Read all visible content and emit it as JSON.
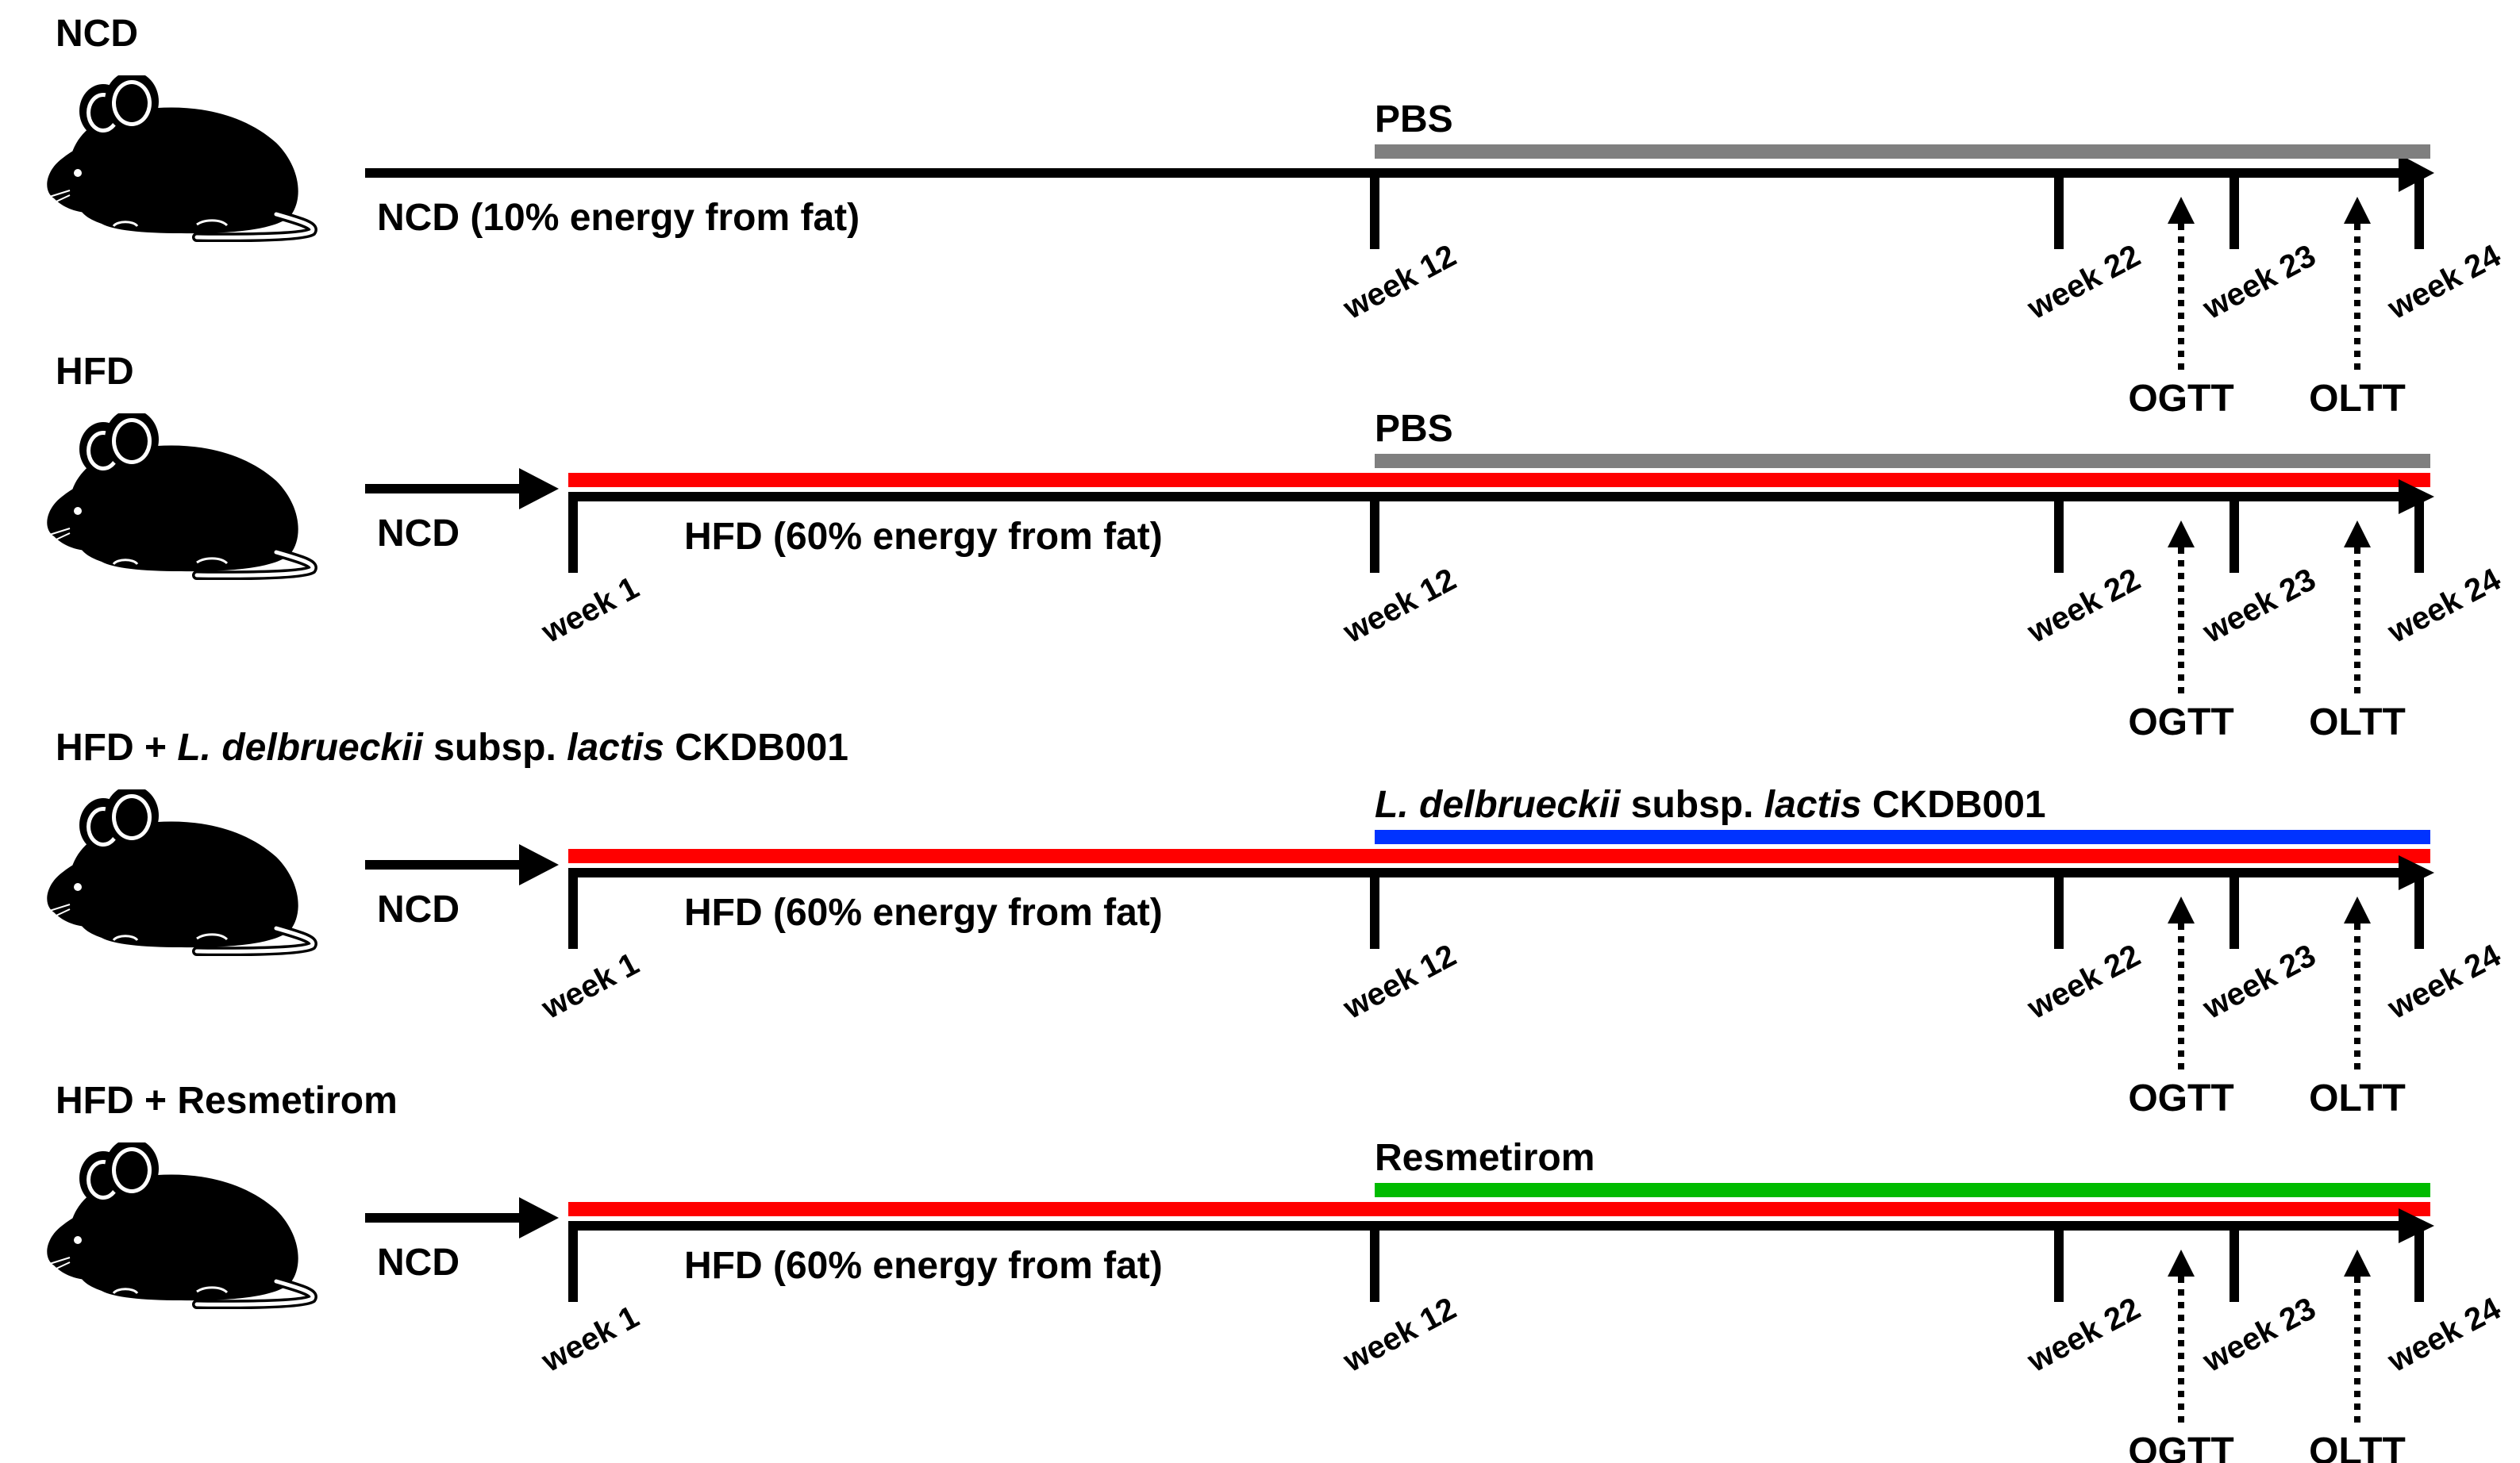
{
  "colors": {
    "black": "#000000",
    "hfd_red": "#ff0000",
    "pbs_gray": "#7f7f7f",
    "probiotic_blue": "#0033ff",
    "resmetirom_green": "#00bb00"
  },
  "icon": "mouse-icon",
  "groups": [
    {
      "id": "ncd",
      "title": [
        {
          "text": "NCD",
          "italic": false
        }
      ],
      "lead_label": "",
      "diet_label": "NCD (10% energy from fat)",
      "diet_color": "black",
      "treatment": {
        "label": [
          {
            "text": "PBS",
            "italic": false
          }
        ],
        "color": "pbs_gray"
      },
      "weeks": [
        "week 12",
        "week 22",
        "week 23",
        "week 24"
      ],
      "tests": [
        "OGTT",
        "OLTT"
      ]
    },
    {
      "id": "hfd",
      "title": [
        {
          "text": "HFD",
          "italic": false
        }
      ],
      "lead_label": "NCD",
      "diet_label": "HFD (60% energy from fat)",
      "diet_color": "hfd_red",
      "treatment": {
        "label": [
          {
            "text": "PBS",
            "italic": false
          }
        ],
        "color": "pbs_gray"
      },
      "weeks": [
        "week 1",
        "week 12",
        "week 22",
        "week 23",
        "week 24"
      ],
      "tests": [
        "OGTT",
        "OLTT"
      ]
    },
    {
      "id": "hfd-probiotic",
      "title": [
        {
          "text": "HFD + ",
          "italic": false
        },
        {
          "text": "L. delbrueckii",
          "italic": true
        },
        {
          "text": " subsp. ",
          "italic": false
        },
        {
          "text": "lactis",
          "italic": true
        },
        {
          "text": " CKDB001",
          "italic": false
        }
      ],
      "lead_label": "NCD",
      "diet_label": "HFD (60% energy from fat)",
      "diet_color": "hfd_red",
      "treatment": {
        "label": [
          {
            "text": "L. delbrueckii",
            "italic": true
          },
          {
            "text": " subsp. ",
            "italic": false
          },
          {
            "text": "lactis",
            "italic": true
          },
          {
            "text": " CKDB001",
            "italic": false
          }
        ],
        "color": "probiotic_blue"
      },
      "weeks": [
        "week 1",
        "week 12",
        "week 22",
        "week 23",
        "week 24"
      ],
      "tests": [
        "OGTT",
        "OLTT"
      ]
    },
    {
      "id": "hfd-resmetirom",
      "title": [
        {
          "text": "HFD + Resmetirom",
          "italic": false
        }
      ],
      "lead_label": "NCD",
      "diet_label": "HFD (60% energy from fat)",
      "diet_color": "hfd_red",
      "treatment": {
        "label": [
          {
            "text": "Resmetirom",
            "italic": false
          }
        ],
        "color": "resmetirom_green"
      },
      "weeks": [
        "week 1",
        "week 12",
        "week 22",
        "week 23",
        "week 24"
      ],
      "tests": [
        "OGTT",
        "OLTT"
      ]
    }
  ]
}
